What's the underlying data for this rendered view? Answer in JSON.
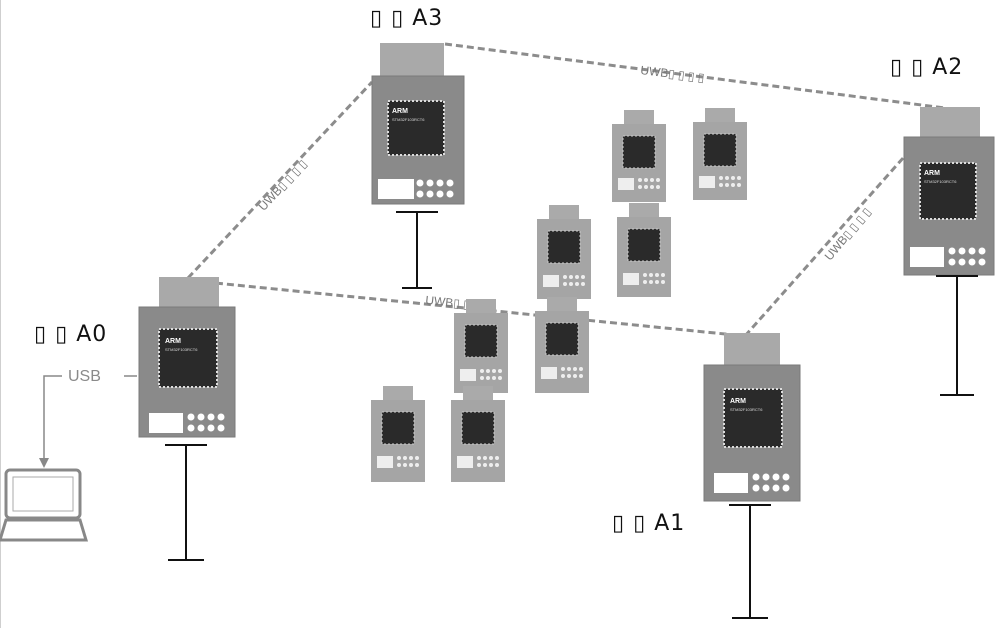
{
  "anchors": [
    {
      "id": "A3",
      "label": "▯ ▯ A3"
    },
    {
      "id": "A2",
      "label": "▯ ▯ A2"
    },
    {
      "id": "A0",
      "label": "▯ ▯ A0"
    },
    {
      "id": "A1",
      "label": "▯ ▯ A1"
    }
  ],
  "chip": {
    "brand": "ARM",
    "model": "STM32F103RCT6"
  },
  "links": {
    "uwb_label": "UWB▯ ▯ ▯ ▯",
    "uwb_label_short": "UWB▯ ▯ ▯",
    "usb_label": "USB"
  },
  "colors": {
    "board": "#8a8a8a",
    "board_light": "#a9a9a9",
    "chip": "#2a2a2a",
    "link": "#8c8c8c",
    "pole": "#111111"
  },
  "icons": [
    "laptop-icon"
  ]
}
